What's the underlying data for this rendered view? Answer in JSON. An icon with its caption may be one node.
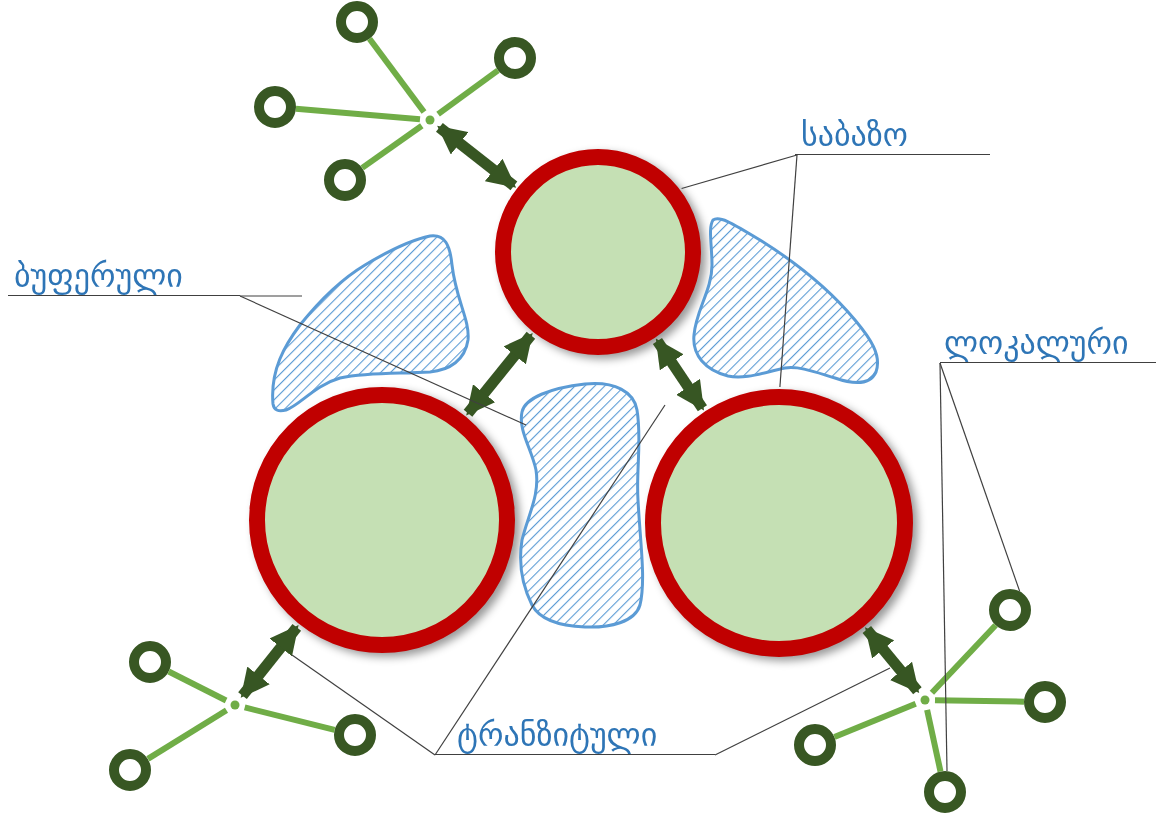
{
  "diagram": {
    "nodes": [
      {
        "text": [
          "საბაზო"
        ]
      },
      {
        "text": [
          "ბუფერული"
        ]
      },
      {
        "text": [
          "ლოკალური"
        ]
      },
      {
        "text": [
          "ტრანზიტული"
        ]
      },
      {
        "text": [],
        "shape": "circle"
      },
      {
        "text": [],
        "shape": "circle"
      },
      {
        "text": [],
        "shape": "circle"
      },
      {
        "text": [],
        "shape": "blob"
      },
      {
        "text": [],
        "shape": "blob"
      },
      {
        "text": [],
        "shape": "blob"
      },
      {
        "text": [],
        "shape": "point"
      },
      {
        "text": [],
        "shape": "circle"
      },
      {
        "text": [],
        "shape": "circle"
      },
      {
        "text": [],
        "shape": "circle"
      },
      {
        "text": [],
        "shape": "circle"
      },
      {
        "text": [],
        "shape": "point"
      },
      {
        "text": [],
        "shape": "circle"
      },
      {
        "text": [],
        "shape": "circle"
      },
      {
        "text": [],
        "shape": "circle"
      },
      {
        "text": [],
        "shape": "point"
      },
      {
        "text": [],
        "shape": "circle"
      },
      {
        "text": [],
        "shape": "circle"
      },
      {
        "text": [],
        "shape": "circle"
      },
      {
        "text": [],
        "shape": "circle"
      }
    ],
    "edges": [
      {
        "from": 10,
        "to": 4,
        "arrow": "both",
        "style": "thick",
        "color": "#375623"
      },
      {
        "from": 4,
        "to": 5,
        "arrow": "both",
        "style": "thick",
        "color": "#375623"
      },
      {
        "from": 4,
        "to": 6,
        "arrow": "both",
        "style": "thick",
        "color": "#375623"
      },
      {
        "from": 15,
        "to": 5,
        "arrow": "both",
        "style": "thick",
        "color": "#375623"
      },
      {
        "from": 19,
        "to": 6,
        "arrow": "both",
        "style": "thick",
        "color": "#375623"
      },
      {
        "from": 10,
        "to": 11,
        "arrow": "none"
      },
      {
        "from": 10,
        "to": 12,
        "arrow": "none"
      },
      {
        "from": 10,
        "to": 13,
        "arrow": "none"
      },
      {
        "from": 10,
        "to": 14,
        "arrow": "none"
      },
      {
        "from": 15,
        "to": 16,
        "arrow": "none"
      },
      {
        "from": 15,
        "to": 17,
        "arrow": "none"
      },
      {
        "from": 15,
        "to": 18,
        "arrow": "none"
      },
      {
        "from": 19,
        "to": 20,
        "arrow": "none"
      },
      {
        "from": 19,
        "to": 21,
        "arrow": "none"
      },
      {
        "from": 19,
        "to": 22,
        "arrow": "none"
      },
      {
        "from": 19,
        "to": 23,
        "arrow": "none"
      },
      {
        "from": 0,
        "to": 4,
        "arrow": "none",
        "color": "#404040"
      },
      {
        "from": 0,
        "to": 6,
        "arrow": "none",
        "color": "#404040"
      },
      {
        "from": 1,
        "to": 7,
        "arrow": "none",
        "color": "#404040"
      },
      {
        "from": 1,
        "to": 9,
        "arrow": "none",
        "color": "#404040"
      },
      {
        "from": 2,
        "to": 20,
        "arrow": "none",
        "color": "#404040"
      },
      {
        "from": 2,
        "to": 23,
        "arrow": "none",
        "color": "#404040"
      },
      {
        "from": 3,
        "to": null,
        "arrow": "none",
        "color": "#404040"
      },
      {
        "from": 3,
        "to": null,
        "arrow": "none",
        "color": "#404040"
      },
      {
        "from": 3,
        "to": null,
        "arrow": "none",
        "color": "#404040"
      }
    ]
  }
}
